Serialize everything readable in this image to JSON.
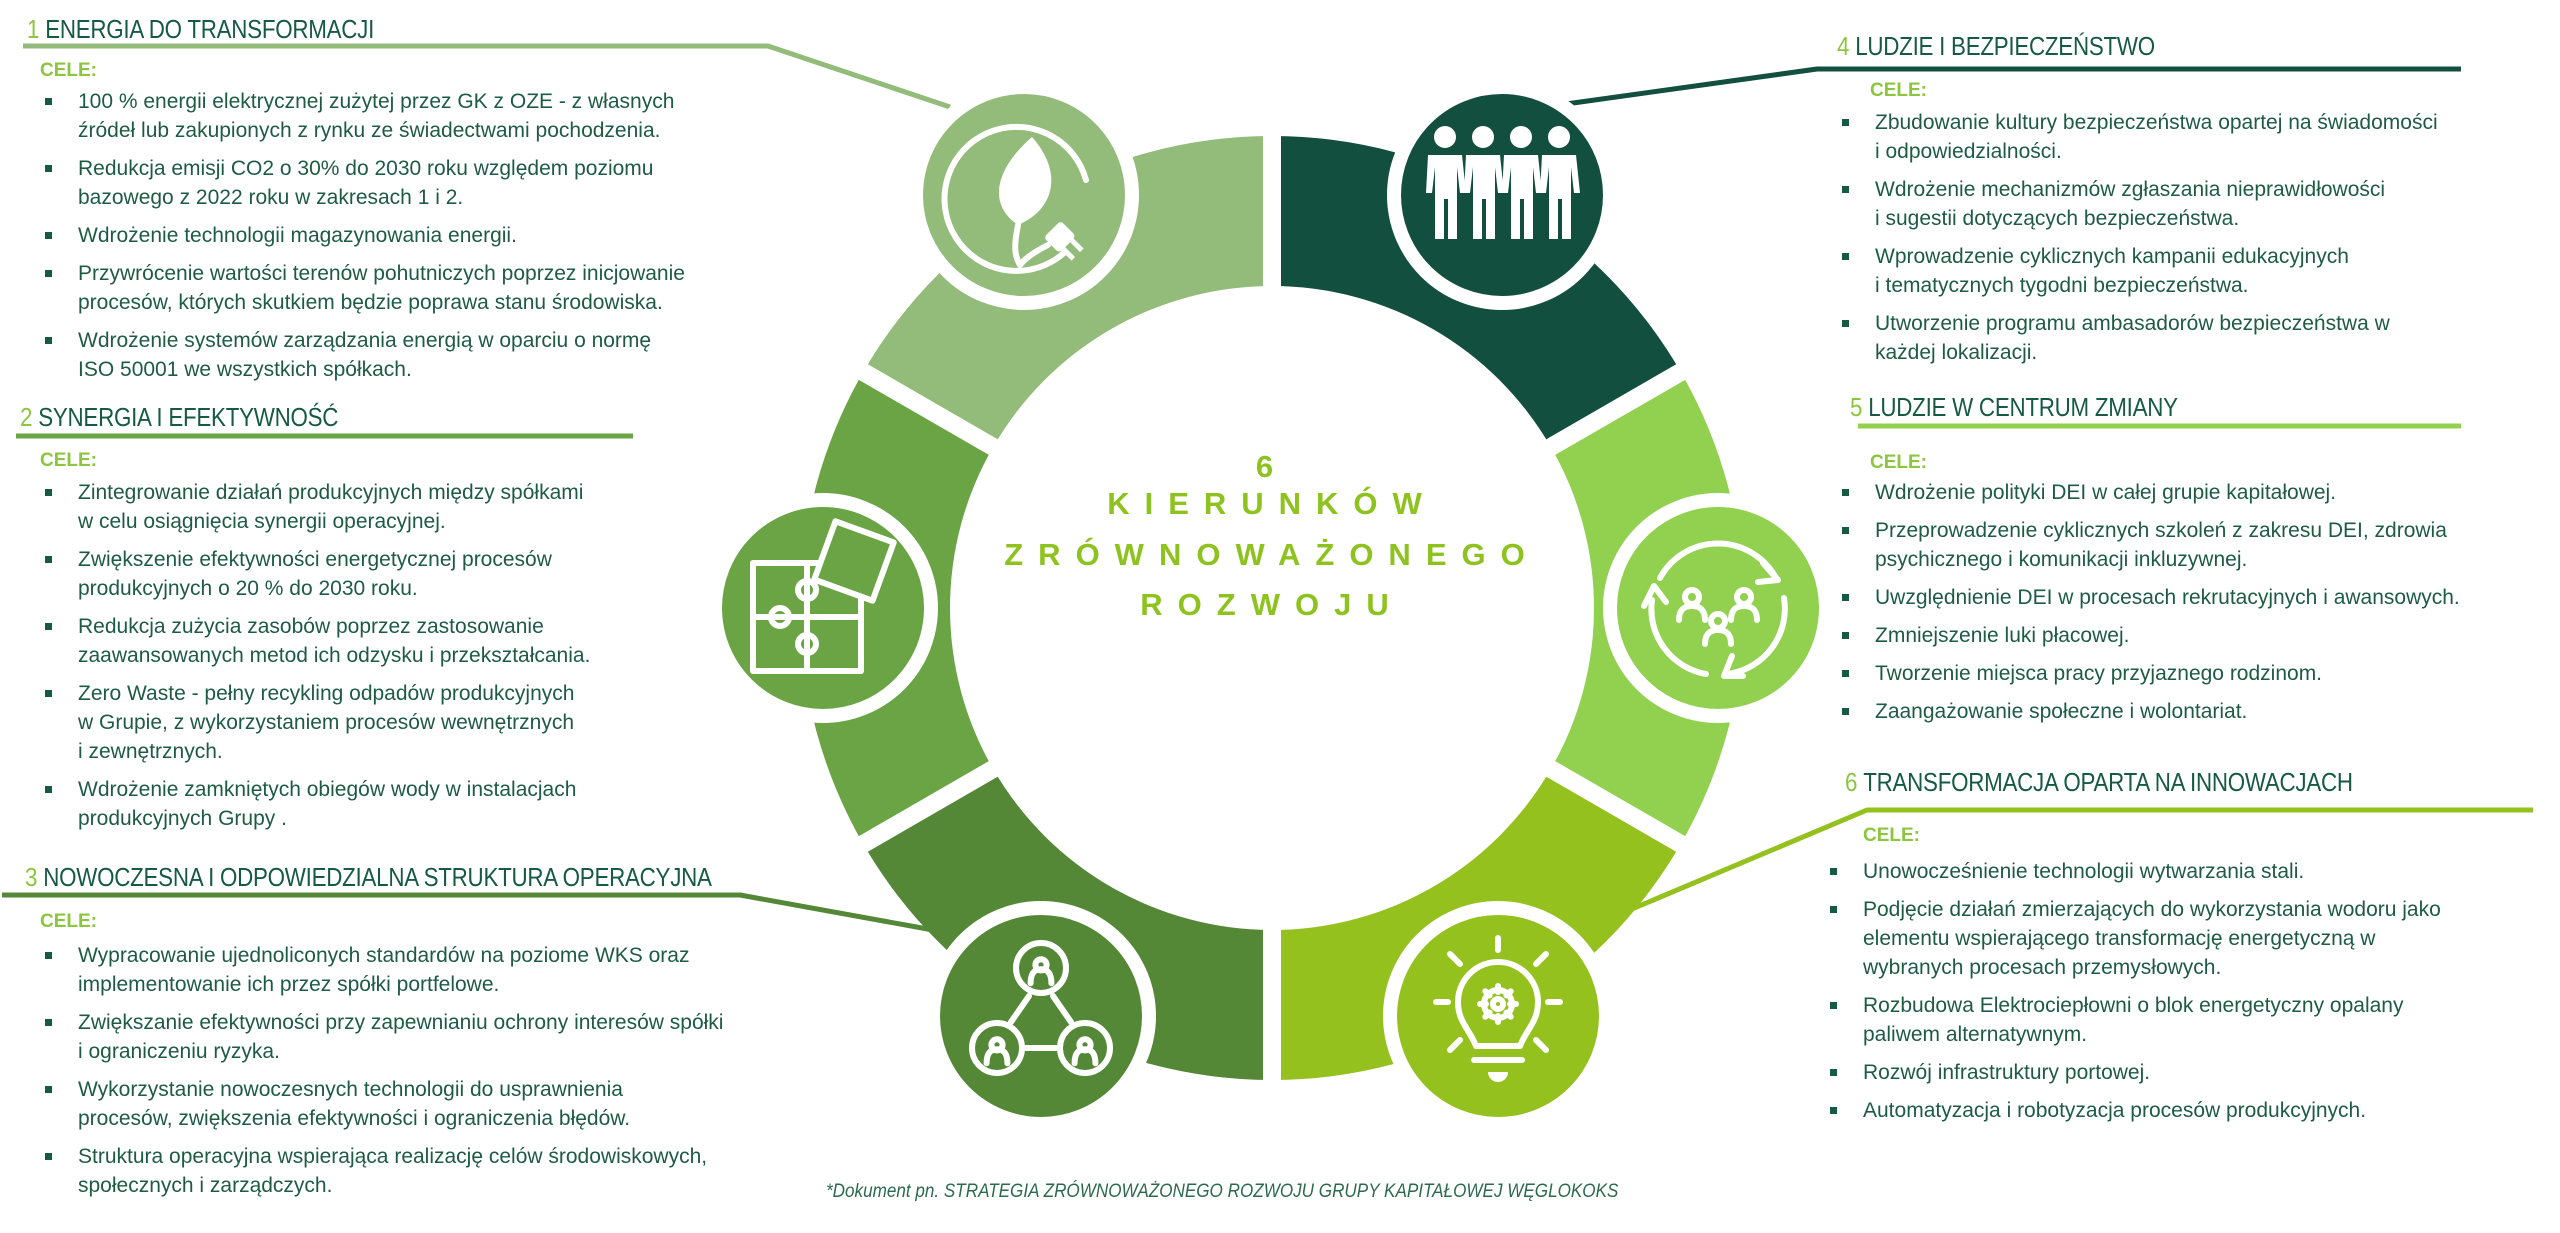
{
  "center": {
    "number": "6",
    "line1": "KIERUNKÓW",
    "line2": "ZRÓWNOWAŻONEGO",
    "line3": "ROZWOJU"
  },
  "footnote": "*Dokument pn. STRATEGIA ZRÓWNOWAŻONEGO ROZWOJU GRUPY KAPITAŁOWEJ WĘGLOKOKS",
  "colors": {
    "seg1": "#93bb79",
    "seg2": "#6aa444",
    "seg3": "#548837",
    "seg4": "#134f3f",
    "seg5": "#92d050",
    "seg6": "#95c11f",
    "text": "#1e5b45",
    "accent": "#8cc63f"
  },
  "sections": [
    {
      "num": "1",
      "title": "ENERGIA DO TRANSFORMACJI",
      "cele": "CELE:",
      "icon": "leaf-plug-icon",
      "color": "#93bb79",
      "items": [
        [
          "100 %  energii elektrycznej zużytej przez GK z OZE - z własnych",
          "źródeł lub zakupionych z rynku ze świadectwami pochodzenia."
        ],
        [
          "Redukcja emisji CO2 o 30% do 2030 roku względem poziomu",
          "bazowego z 2022 roku w zakresach 1 i 2."
        ],
        [
          "Wdrożenie technologii magazynowania energii."
        ],
        [
          "Przywrócenie wartości terenów pohutniczych poprzez inicjowanie",
          "procesów, których skutkiem będzie poprawa stanu środowiska."
        ],
        [
          "Wdrożenie systemów zarządzania energią w oparciu o normę",
          "ISO 50001 we wszystkich spółkach."
        ]
      ]
    },
    {
      "num": "2",
      "title": "SYNERGIA I EFEKTYWNOŚĆ",
      "cele": "CELE:",
      "icon": "puzzle-icon",
      "color": "#6aa444",
      "items": [
        [
          "Zintegrowanie działań produkcyjnych między spółkami",
          "w celu osiągnięcia synergii operacyjnej."
        ],
        [
          "Zwiększenie efektywności energetycznej procesów",
          "produkcyjnych o 20 % do 2030 roku."
        ],
        [
          "Redukcja zużycia zasobów poprzez zastosowanie",
          "zaawansowanych metod ich odzysku i przekształcania."
        ],
        [
          "Zero Waste - pełny recykling odpadów produkcyjnych",
          "w Grupie, z wykorzystaniem procesów wewnętrznych",
          "i zewnętrznych."
        ],
        [
          "Wdrożenie zamkniętych obiegów wody w instalacjach",
          "produkcyjnych Grupy ."
        ]
      ]
    },
    {
      "num": "3",
      "title": "NOWOCZESNA I ODPOWIEDZIALNA STRUKTURA OPERACYJNA",
      "cele": "CELE:",
      "icon": "network-people-icon",
      "color": "#548837",
      "items": [
        [
          "Wypracowanie ujednoliconych standardów na poziome WKS oraz",
          "implementowanie ich przez spółki portfelowe."
        ],
        [
          "Zwiększanie efektywności przy zapewnianiu ochrony interesów spółki",
          "i ograniczeniu ryzyka."
        ],
        [
          "Wykorzystanie nowoczesnych technologii do usprawnienia",
          "procesów, zwiększenia efektywności i ograniczenia błędów."
        ],
        [
          "Struktura operacyjna wspierająca realizację celów środowiskowych,",
          "społecznych i zarządczych."
        ]
      ]
    },
    {
      "num": "4",
      "title": "LUDZIE I BEZPIECZEŃSTWO",
      "cele": "CELE:",
      "icon": "people-group-icon",
      "color": "#134f3f",
      "items": [
        [
          "Zbudowanie kultury bezpieczeństwa opartej na świadomości",
          "i odpowiedzialności."
        ],
        [
          "Wdrożenie mechanizmów zgłaszania nieprawidłowości",
          "i sugestii dotyczących bezpieczeństwa."
        ],
        [
          "Wprowadzenie cyklicznych kampanii edukacyjnych",
          "i tematycznych tygodni bezpieczeństwa."
        ],
        [
          "Utworzenie programu ambasadorów bezpieczeństwa w",
          "każdej lokalizacji."
        ]
      ]
    },
    {
      "num": "5",
      "title": "LUDZIE W CENTRUM ZMIANY",
      "cele": "CELE:",
      "icon": "people-cycle-icon",
      "color": "#92d050",
      "items": [
        [
          "Wdrożenie polityki DEI w całej grupie kapitałowej."
        ],
        [
          "Przeprowadzenie cyklicznych szkoleń z zakresu DEI, zdrowia",
          "psychicznego i komunikacji inkluzywnej."
        ],
        [
          "Uwzględnienie DEI w procesach rekrutacyjnych i awansowych."
        ],
        [
          "Zmniejszenie luki płacowej."
        ],
        [
          "Tworzenie miejsca pracy przyjaznego rodzinom."
        ],
        [
          "Zaangażowanie społeczne i wolontariat."
        ]
      ]
    },
    {
      "num": "6",
      "title": "TRANSFORMACJA OPARTA NA INNOWACJACH",
      "cele": "CELE:",
      "icon": "lightbulb-gear-icon",
      "color": "#95c11f",
      "items": [
        [
          "Unowocześnienie technologii wytwarzania stali."
        ],
        [
          "Podjęcie działań zmierzających do wykorzystania wodoru jako",
          "elementu wspierającego transformację energetyczną w",
          "wybranych procesach przemysłowych."
        ],
        [
          "Rozbudowa Elektrociepłowni o blok energetyczny opalany",
          "paliwem alternatywnym."
        ],
        [
          "Rozwój infrastruktury portowej."
        ],
        [
          "Automatyzacja i robotyzacja procesów produkcyjnych."
        ]
      ]
    }
  ]
}
